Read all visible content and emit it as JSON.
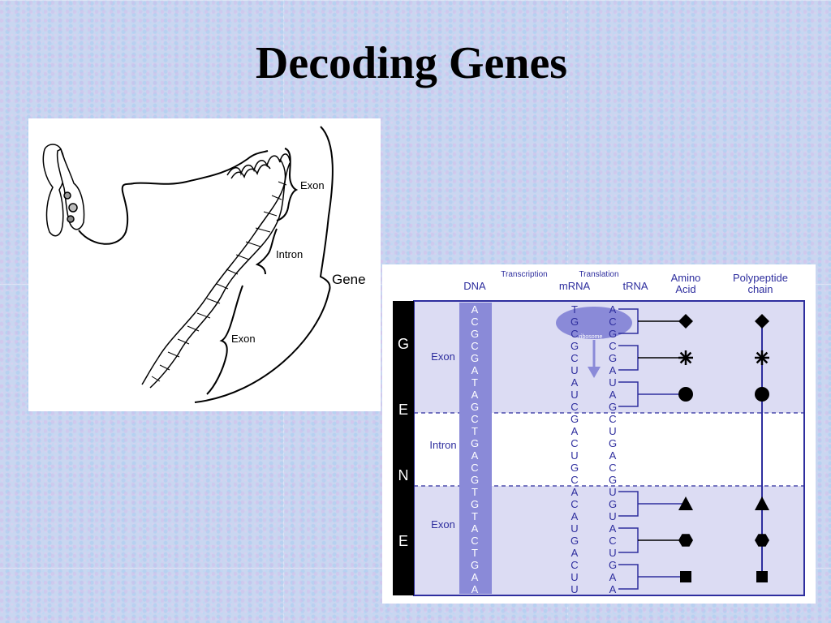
{
  "title": "Decoding Genes",
  "left_figure": {
    "labels": {
      "exon_top": "Exon",
      "intron": "Intron",
      "exon_bottom": "Exon",
      "gene": "Gene"
    }
  },
  "right_figure": {
    "headers": {
      "dna": "DNA",
      "transcription": "Transcription",
      "translation": "Translation",
      "mrna": "mRNA",
      "trna": "tRNA",
      "amino_1": "Amino",
      "amino_2": "Acid",
      "poly_1": "Polypeptide",
      "poly_2": "chain"
    },
    "side_letters": [
      "G",
      "E",
      "N",
      "E"
    ],
    "region_labels": [
      "Exon",
      "Intron",
      "Exon"
    ],
    "ribosome_label": "ribosome",
    "dna_bases": [
      "A",
      "C",
      "G",
      "C",
      "G",
      "A",
      "T",
      "A",
      "G",
      "C",
      "T",
      "G",
      "A",
      "C",
      "G",
      "T",
      "G",
      "T",
      "A",
      "C",
      "T",
      "G",
      "A",
      "A"
    ],
    "mrna_bases": [
      "T",
      "G",
      "C",
      "G",
      "C",
      "U",
      "A",
      "U",
      "C",
      "G",
      "A",
      "C",
      "U",
      "G",
      "C",
      "A",
      "C",
      "A",
      "U",
      "G",
      "A",
      "C",
      "U",
      "U"
    ],
    "trna_bases": [
      "A",
      "C",
      "G",
      "C",
      "G",
      "A",
      "U",
      "A",
      "G",
      "C",
      "U",
      "G",
      "A",
      "C",
      "G",
      "U",
      "G",
      "U",
      "A",
      "C",
      "U",
      "G",
      "A",
      "A"
    ],
    "amino_acid_shapes": [
      "diamond",
      "asterisk",
      "circle",
      "triangle",
      "hexagon",
      "square"
    ],
    "colors": {
      "accent": "#2e2e9e",
      "band": "#dcdcf3",
      "dna_strip": "#8a8ad8",
      "ribosome": "#8a8ad8"
    }
  }
}
